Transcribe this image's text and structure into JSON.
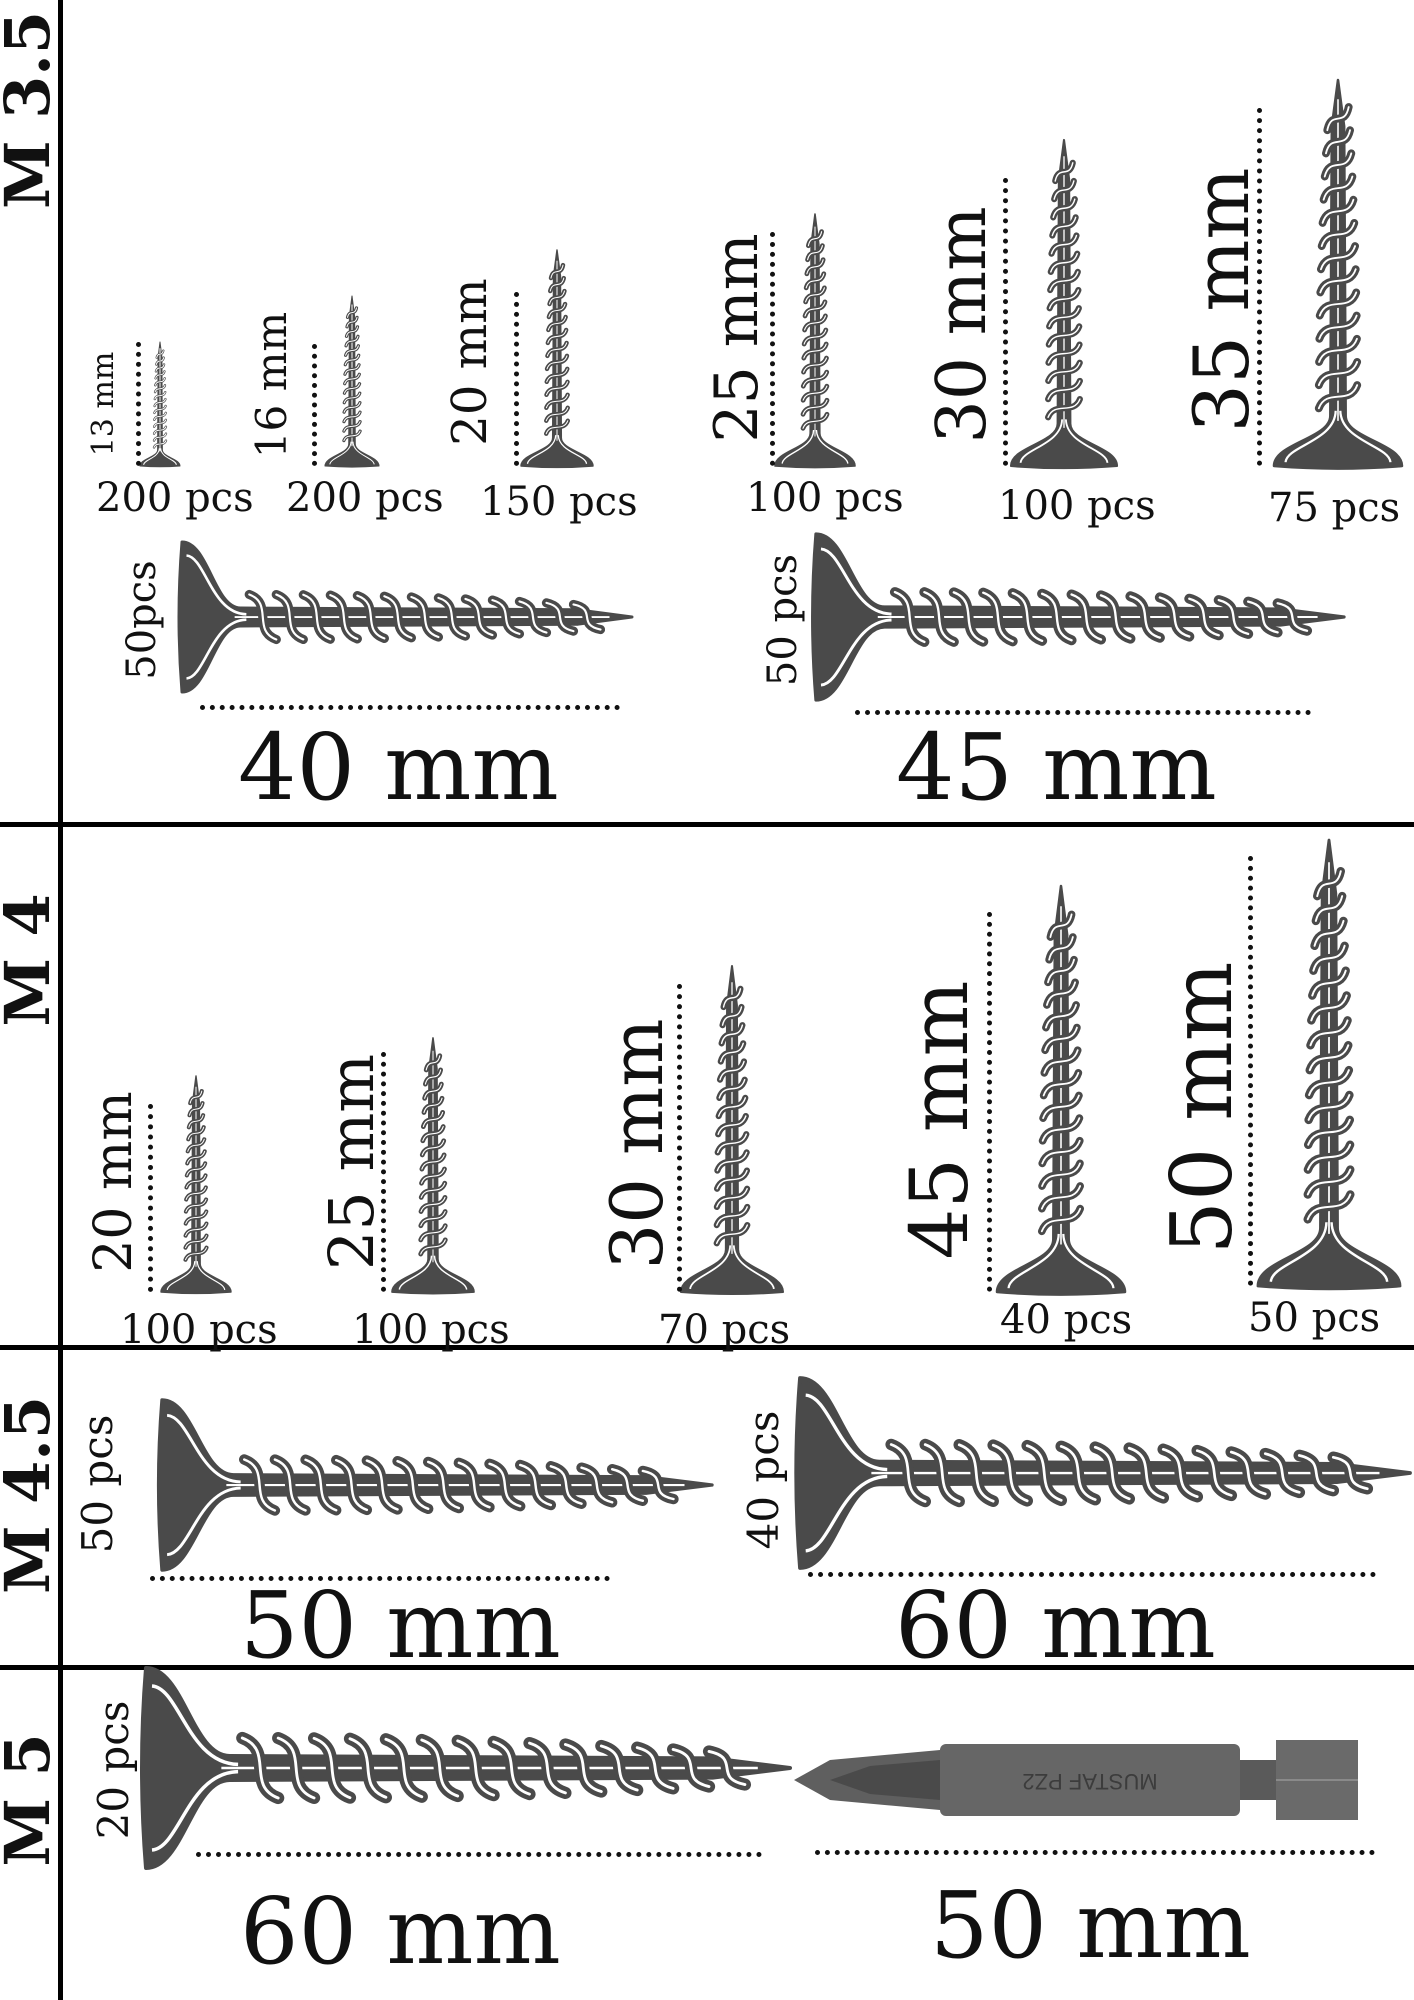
{
  "colors": {
    "screw_fill": "#4a4a4a",
    "screw_highlight": "#ffffff",
    "bit_fill": "#5f5f5f",
    "line": "#000000"
  },
  "sections": {
    "m35": {
      "label": "M 3.5",
      "vertical": [
        {
          "length": "13 mm",
          "count": "200 pcs"
        },
        {
          "length": "16 mm",
          "count": "200 pcs"
        },
        {
          "length": "20 mm",
          "count": "150 pcs"
        },
        {
          "length": "25 mm",
          "count": "100 pcs"
        },
        {
          "length": "30 mm",
          "count": "100 pcs"
        },
        {
          "length": "35 mm",
          "count": "75 pcs"
        }
      ],
      "horizontal": [
        {
          "length": "40 mm",
          "count": "50pcs"
        },
        {
          "length": "45 mm",
          "count": "50 pcs"
        }
      ]
    },
    "m4": {
      "label": "M 4",
      "vertical": [
        {
          "length": "20 mm",
          "count": "100 pcs"
        },
        {
          "length": "25 mm",
          "count": "100 pcs"
        },
        {
          "length": "30 mm",
          "count": "70 pcs"
        },
        {
          "length": "45 mm",
          "count": "40 pcs"
        },
        {
          "length": "50 mm",
          "count": "50 pcs"
        }
      ]
    },
    "m45": {
      "label": "M 4.5",
      "horizontal": [
        {
          "length": "50 mm",
          "count": "50 pcs"
        },
        {
          "length": "60 mm",
          "count": "40 pcs"
        }
      ]
    },
    "m5": {
      "label": "M 5",
      "horizontal": [
        {
          "length": "60 mm",
          "count": "20 pcs"
        }
      ],
      "bit": {
        "length": "50 mm",
        "marking": "MUSTAF PZ2"
      }
    }
  }
}
